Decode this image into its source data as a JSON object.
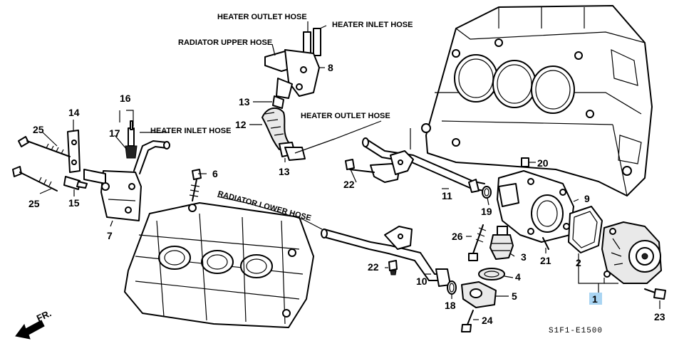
{
  "hose_labels": {
    "heater_outlet_top": "HEATER OUTLET HOSE",
    "heater_inlet_top": "HEATER INLET HOSE",
    "radiator_upper": "RADIATOR UPPER HOSE",
    "heater_inlet_left": "HEATER INLET HOSE",
    "heater_outlet_mid": "HEATER OUTLET HOSE",
    "radiator_lower": "RADIATOR LOWER HOSE"
  },
  "callouts": {
    "p1": "1",
    "p2": "2",
    "p3": "3",
    "p4": "4",
    "p5": "5",
    "p6": "6",
    "p7": "7",
    "p8": "8",
    "p9": "9",
    "p10": "10",
    "p11": "11",
    "p12": "12",
    "p13a": "13",
    "p13b": "13",
    "p14": "14",
    "p15": "15",
    "p16": "16",
    "p17": "17",
    "p18": "18",
    "p19": "19",
    "p20": "20",
    "p21": "21",
    "p22a": "22",
    "p22b": "22",
    "p23": "23",
    "p24": "24",
    "p25a": "25",
    "p25b": "25",
    "p26": "26"
  },
  "diagram_code": "S1F1-E1500",
  "front_indicator": "FR.",
  "highlight_color": "#a9d4f2"
}
